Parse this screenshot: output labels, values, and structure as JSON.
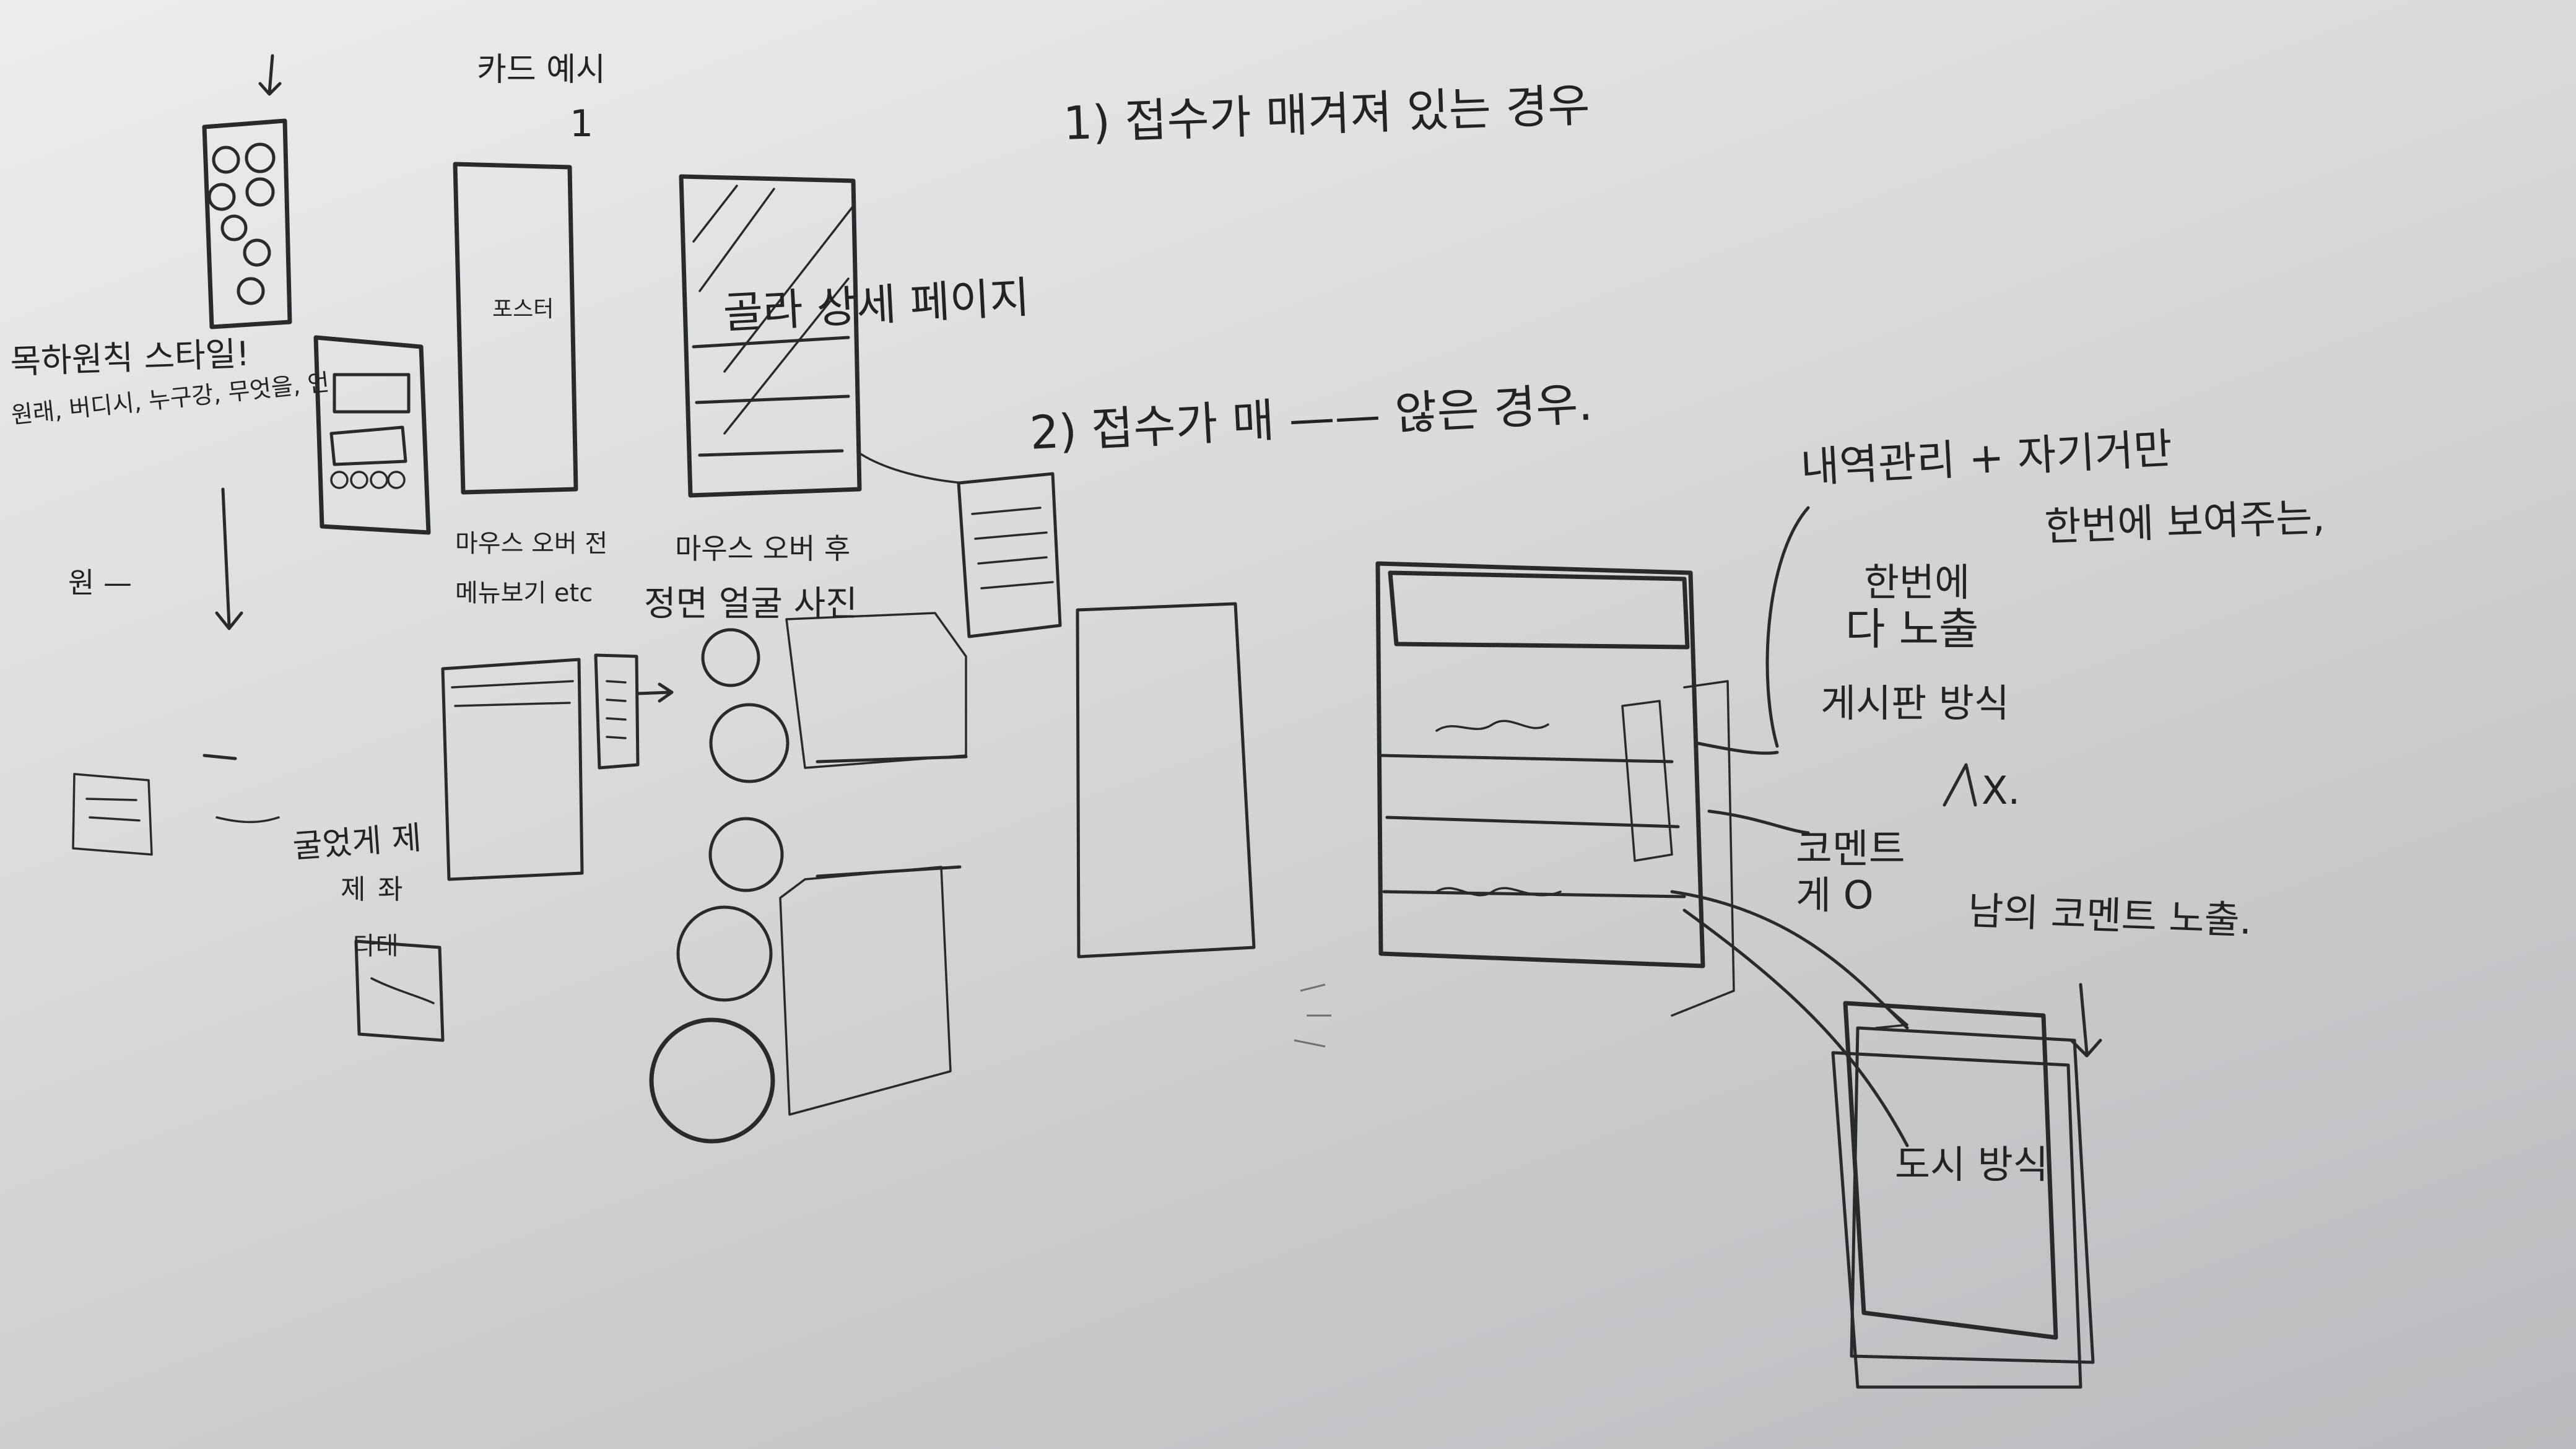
{
  "notes": {
    "heading_case1": "1) 접수가 매겨져 있는 경우",
    "heading_case2": "2) 접수가 매 —— 않은 경우.",
    "left_sample": "카드 예시",
    "circle_one": "1",
    "detail_page": "골라 상세 페이지",
    "history_line1": "내역관리 + 자기거만",
    "history_line2": "한번에 보여주는,",
    "history_line3": "한번에",
    "history_line4": "다 노출",
    "history_line5": "게시판 방식",
    "comment_label": "코멘트",
    "comment_mark": "X.",
    "comment_footer": "남의 코멘트 노출.",
    "comment_line2": "게 O",
    "bottom_box_label": "도시 방식",
    "poster_label": "포스터",
    "left_scribble_1": "목하원칙 스타일!",
    "left_scribble_2": "원래, 버디시, 누구강, 무엇을, 언",
    "left_scribble_3": "원 —",
    "mouseover_label": "마우스 오버 전",
    "mouseover_label2": "메뉴보기 etc",
    "avatar_label": "마우스 오버 후",
    "avatar_label2": "정면 얼굴 사진",
    "cut_label": "굴었게 제",
    "small_label_1": "제",
    "small_label_2": "좌",
    "small_label_3": "다대"
  },
  "colors": {
    "board_light": "#ecedec",
    "board_dark": "#b9bbbe",
    "ink": "#2a2a2c"
  }
}
